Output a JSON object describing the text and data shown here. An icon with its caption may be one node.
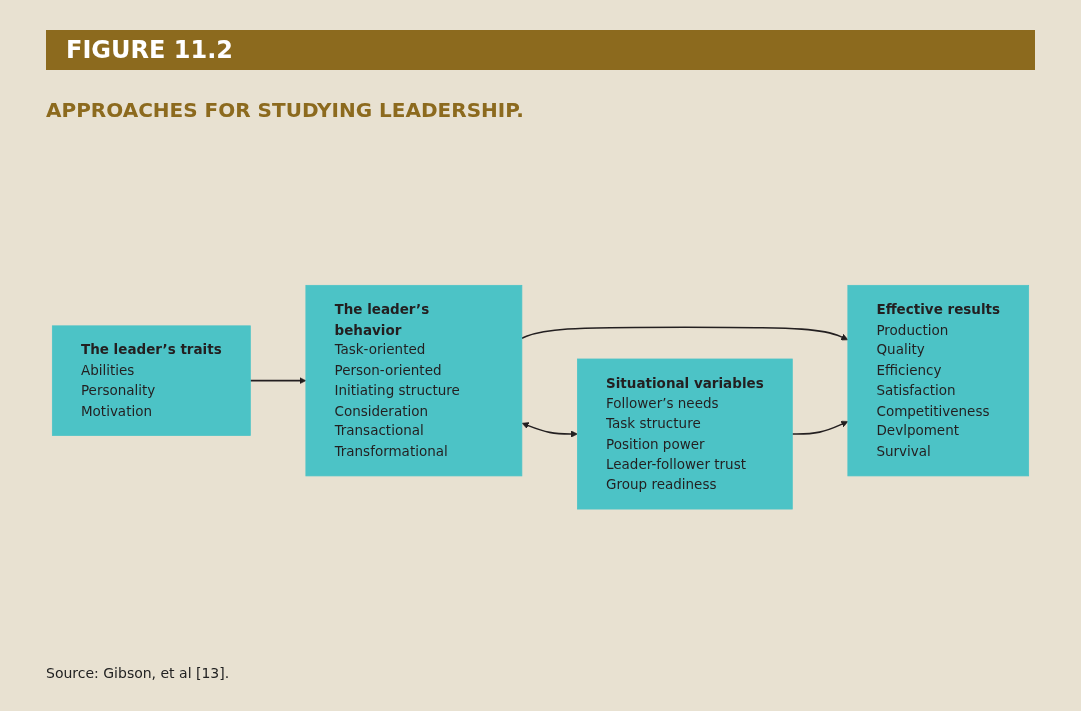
{
  "diagram": {
    "title": "APPROACHES FOR STUDYING LEADERSHIP.",
    "caption": "Source: Gibson, et al [13].",
    "nodes": [
      {
        "text": [
          "The leader’s traits",
          "Abilities",
          "Personality",
          "Motivation"
        ]
      },
      {
        "text": [
          "The leader’s behavior",
          "Task-oriented",
          "Person-oriented",
          "Initiating structure",
          "Consideration",
          "Transactional",
          "Transformational"
        ]
      },
      {
        "text": [
          "Situational variables",
          "Follower’s needs",
          "Task structure",
          "Position power",
          "Leader-follower trust",
          "Group readiness"
        ]
      },
      {
        "text": [
          "Effective results",
          "Production",
          "Quality",
          "Efficiency",
          "Satisfaction",
          "Competitiveness",
          "Devlpoment",
          "Survival"
        ]
      }
    ],
    "edges": [
      {
        "from": 0,
        "to": 1,
        "arrow": "to"
      },
      {
        "from": 1,
        "to": 2,
        "arrow": "both"
      },
      {
        "from": 1,
        "to": 3,
        "arrow": "to"
      },
      {
        "from": 2,
        "to": 3,
        "arrow": "to"
      }
    ],
    "labels": [
      "FIGURE 11.2"
    ]
  }
}
